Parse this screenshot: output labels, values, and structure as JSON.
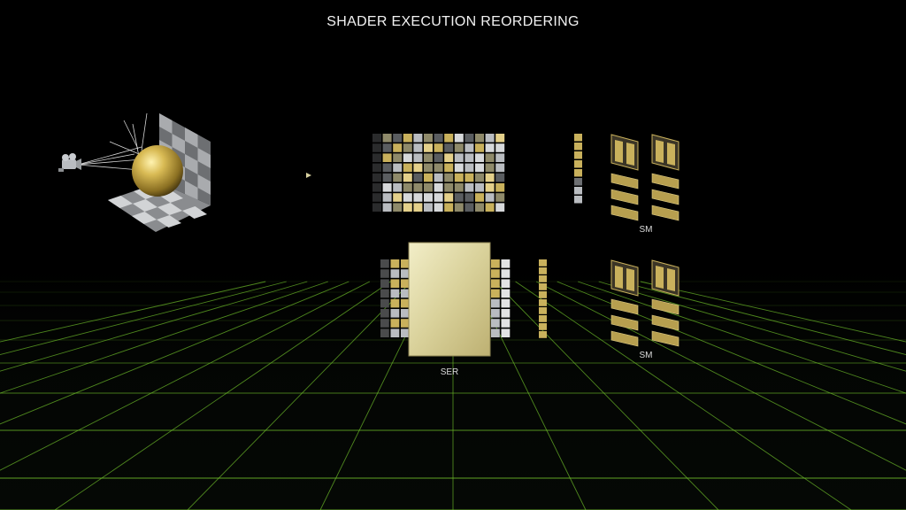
{
  "title": "SHADER EXECUTION REORDERING",
  "labels": {
    "sm_top": "SM",
    "sm_bottom": "SM",
    "ser": "SER"
  },
  "colors": {
    "background": "#000000",
    "grid": "#6fbf2a",
    "gold": "#c9b15c",
    "silver": "#b9bcc0",
    "dark_gray": "#5a5d60",
    "ser_block": "#e9e3b4"
  },
  "icons": [
    "camera-icon",
    "sphere-icon",
    "arrow-right-icon",
    "sm-block-icon"
  ]
}
